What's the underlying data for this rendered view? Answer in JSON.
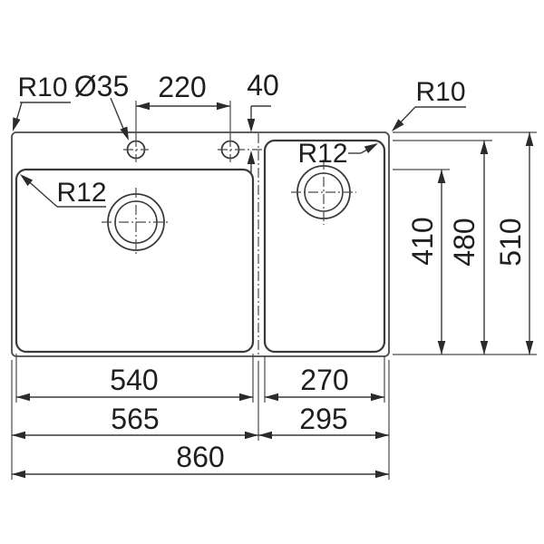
{
  "diagram": {
    "description": "Technical dimension drawing of a one-and-a-half bowl inset sink, top view",
    "labels": {
      "top_left_corner_radius": "R10",
      "faucet_hole_diameter": "Ø35",
      "faucet_hole_spacing": "220",
      "faucet_hole_offset": "40",
      "top_right_corner_radius": "R10",
      "main_bowl_corner_radius": "R12",
      "secondary_bowl_corner_radius": "R12",
      "main_bowl_depth": "410",
      "secondary_bowl_depth": "480",
      "overall_depth": "510",
      "main_bowl_width": "540",
      "secondary_bowl_width": "270",
      "main_section_width": "565",
      "secondary_section_width": "295",
      "overall_width": "860"
    },
    "line_color": "#3a3a3a",
    "background_color": "#ffffff"
  }
}
